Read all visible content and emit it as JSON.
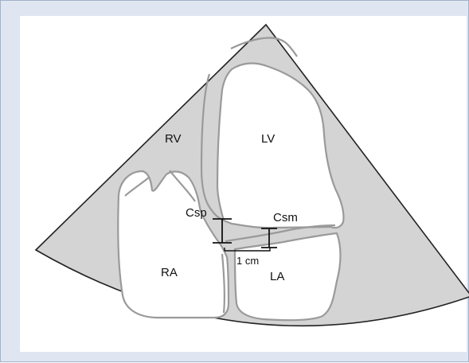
{
  "labels": {
    "rv": "RV",
    "lv": "LV",
    "ra": "RA",
    "la": "LA",
    "csp": "Csp",
    "csm": "Csm",
    "scale": "1 cm"
  },
  "colors": {
    "frame_background": "#dfe6f1",
    "frame_border": "#9fb2cc",
    "sector_fill": "#d4d4d4",
    "chamber_fill": "#ffffff",
    "wall_outline": "#9a9a9a",
    "measure_line": "#111111"
  }
}
